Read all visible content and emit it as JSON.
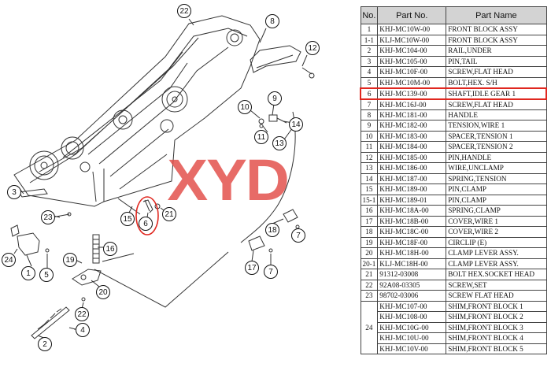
{
  "watermark": "XYD",
  "table": {
    "headers": [
      "No.",
      "Part No.",
      "Part Name"
    ],
    "rows": [
      {
        "no": "1",
        "part_no": "KHJ-MC10W-00",
        "part_name": "FRONT BLOCK ASSY"
      },
      {
        "no": "1-1",
        "part_no": "KLJ-MC10W-00",
        "part_name": "FRONT BLOCK ASSY"
      },
      {
        "no": "2",
        "part_no": "KHJ-MC104-00",
        "part_name": "RAIL,UNDER"
      },
      {
        "no": "3",
        "part_no": "KHJ-MC105-00",
        "part_name": "PIN,TAIL"
      },
      {
        "no": "4",
        "part_no": "KHJ-MC10F-00",
        "part_name": "SCREW,FLAT HEAD"
      },
      {
        "no": "5",
        "part_no": "KHJ-MC10M-00",
        "part_name": "BOLT,HEX. S/H"
      },
      {
        "no": "6",
        "part_no": "KHJ-MC139-00",
        "part_name": "SHAFT,IDLE GEAR 1"
      },
      {
        "no": "7",
        "part_no": "KHJ-MC16J-00",
        "part_name": "SCREW,FLAT HEAD"
      },
      {
        "no": "8",
        "part_no": "KHJ-MC181-00",
        "part_name": "HANDLE"
      },
      {
        "no": "9",
        "part_no": "KHJ-MC182-00",
        "part_name": "TENSION,WIRE 1"
      },
      {
        "no": "10",
        "part_no": "KHJ-MC183-00",
        "part_name": "SPACER,TENSION 1"
      },
      {
        "no": "11",
        "part_no": "KHJ-MC184-00",
        "part_name": "SPACER,TENSION 2"
      },
      {
        "no": "12",
        "part_no": "KHJ-MC185-00",
        "part_name": "PIN,HANDLE"
      },
      {
        "no": "13",
        "part_no": "KHJ-MC186-00",
        "part_name": "WIRE,UNCLAMP"
      },
      {
        "no": "14",
        "part_no": "KHJ-MC187-00",
        "part_name": "SPRING,TENSION"
      },
      {
        "no": "15",
        "part_no": "KHJ-MC189-00",
        "part_name": "PIN,CLAMP"
      },
      {
        "no": "15-1",
        "part_no": "KHJ-MC189-01",
        "part_name": "PIN,CLAMP"
      },
      {
        "no": "16",
        "part_no": "KHJ-MC18A-00",
        "part_name": "SPRING,CLAMP"
      },
      {
        "no": "17",
        "part_no": "KHJ-MC18B-00",
        "part_name": "COVER,WIRE 1"
      },
      {
        "no": "18",
        "part_no": "KHJ-MC18C-00",
        "part_name": "COVER,WIRE 2"
      },
      {
        "no": "19",
        "part_no": "KHJ-MC18F-00",
        "part_name": "CIRCLIP (E)"
      },
      {
        "no": "20",
        "part_no": "KHJ-MC18H-00",
        "part_name": "CLAMP LEVER ASSY."
      },
      {
        "no": "20-1",
        "part_no": "KLJ-MC18H-00",
        "part_name": "CLAMP LEVER ASSY."
      },
      {
        "no": "21",
        "part_no": "91312-03008",
        "part_name": "BOLT HEX.SOCKET HEAD"
      },
      {
        "no": "22",
        "part_no": "92A08-03305",
        "part_name": "SCREW,SET"
      },
      {
        "no": "23",
        "part_no": "98702-03006",
        "part_name": "SCREW FLAT HEAD"
      },
      {
        "no": "24",
        "part_no": "KHJ-MC107-00",
        "part_name": "SHIM,FRONT BLOCK 1"
      },
      {
        "no": "",
        "part_no": "KHJ-MC108-00",
        "part_name": "SHIM,FRONT BLOCK 2"
      },
      {
        "no": "",
        "part_no": "KHJ-MC10G-00",
        "part_name": "SHIM,FRONT BLOCK 3"
      },
      {
        "no": "",
        "part_no": "KHJ-MC10U-00",
        "part_name": "SHIM,FRONT BLOCK 4"
      },
      {
        "no": "",
        "part_no": "KHJ-MC10V-00",
        "part_name": "SHIM,FRONT BLOCK 5"
      }
    ]
  },
  "callouts": [
    "22",
    "8",
    "12",
    "10",
    "9",
    "11",
    "14",
    "13",
    "3",
    "23",
    "15",
    "6",
    "21",
    "18",
    "7",
    "24",
    "1",
    "5",
    "16",
    "19",
    "20",
    "17",
    "7",
    "22",
    "2",
    "4"
  ],
  "colors": {
    "highlight": "#e0271f",
    "header_bg": "#d3d3d3",
    "watermark": "#e24a46"
  }
}
